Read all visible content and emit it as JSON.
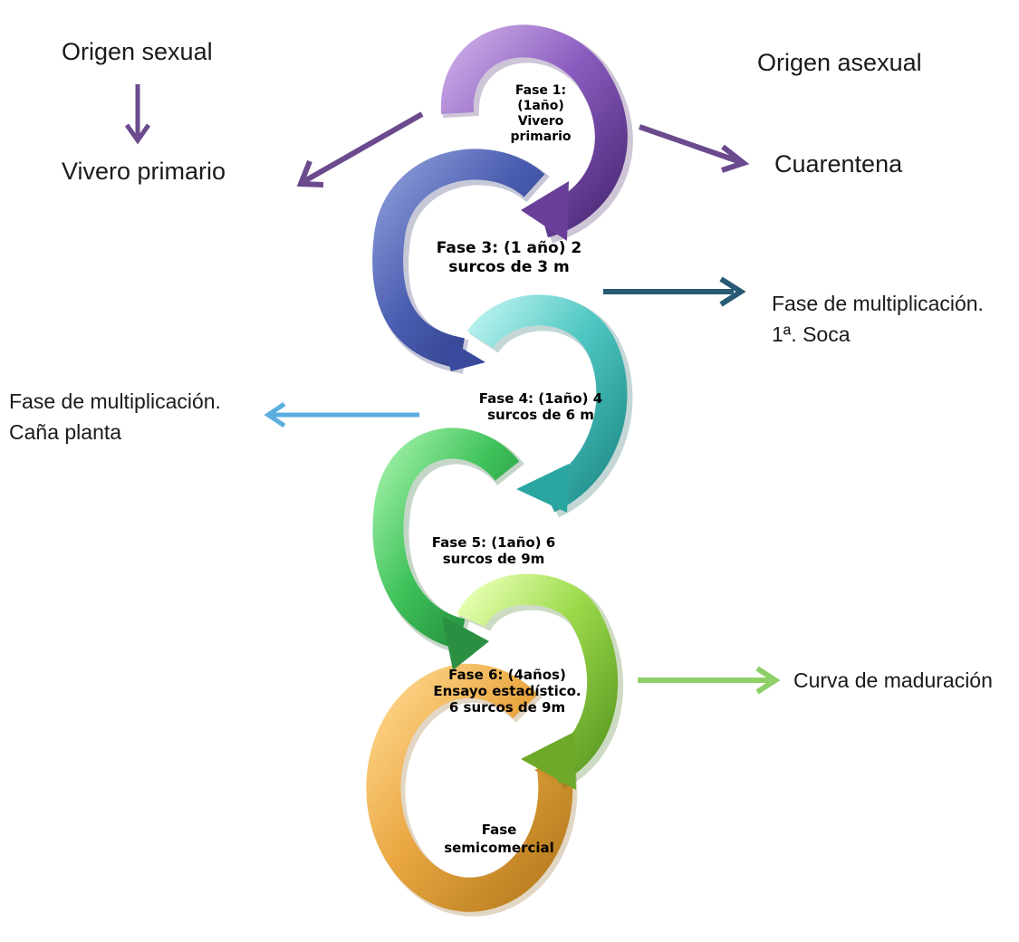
{
  "labels": {
    "origen_sexual": "Origen sexual",
    "vivero_primario": "Vivero primario",
    "origen_asexual": "Origen asexual",
    "cuarentena": "Cuarentena",
    "mult_soca_line1": "Fase de multiplicación.",
    "mult_soca_line2": "1ª. Soca",
    "mult_cana_line1": "Fase de multiplicación.",
    "mult_cana_line2": "Caña planta",
    "curva": "Curva de maduración"
  },
  "phases": [
    {
      "id": "fase1",
      "lines": [
        "Fase 1:",
        "(1año)",
        "Vivero",
        "primario"
      ],
      "color": "#7a4ea8"
    },
    {
      "id": "fase3",
      "lines": [
        "Fase 3: (1 año) 2",
        "surcos de 3 m"
      ],
      "color": "#3d4e9f"
    },
    {
      "id": "fase4",
      "lines": [
        "Fase 4: (1año) 4",
        "surcos de 6 m"
      ],
      "color": "#2bb1ad"
    },
    {
      "id": "fase5",
      "lines": [
        "Fase 5: (1año) 6",
        "surcos de 9m"
      ],
      "color": "#2ea84b"
    },
    {
      "id": "fase6",
      "lines": [
        "Fase 6: (4años)",
        "Ensayo estadístico.",
        "6 surcos de 9m"
      ],
      "color": "#7cc23a"
    },
    {
      "id": "fase7",
      "lines": [
        "Fase",
        "semicomercial"
      ],
      "color": "#e3a13a"
    }
  ],
  "colors": {
    "purple_arrow": "#6b4a8e",
    "navy_arrow": "#285a74",
    "lightblue_arrow": "#5aaede",
    "green_arrow": "#8ed068"
  }
}
